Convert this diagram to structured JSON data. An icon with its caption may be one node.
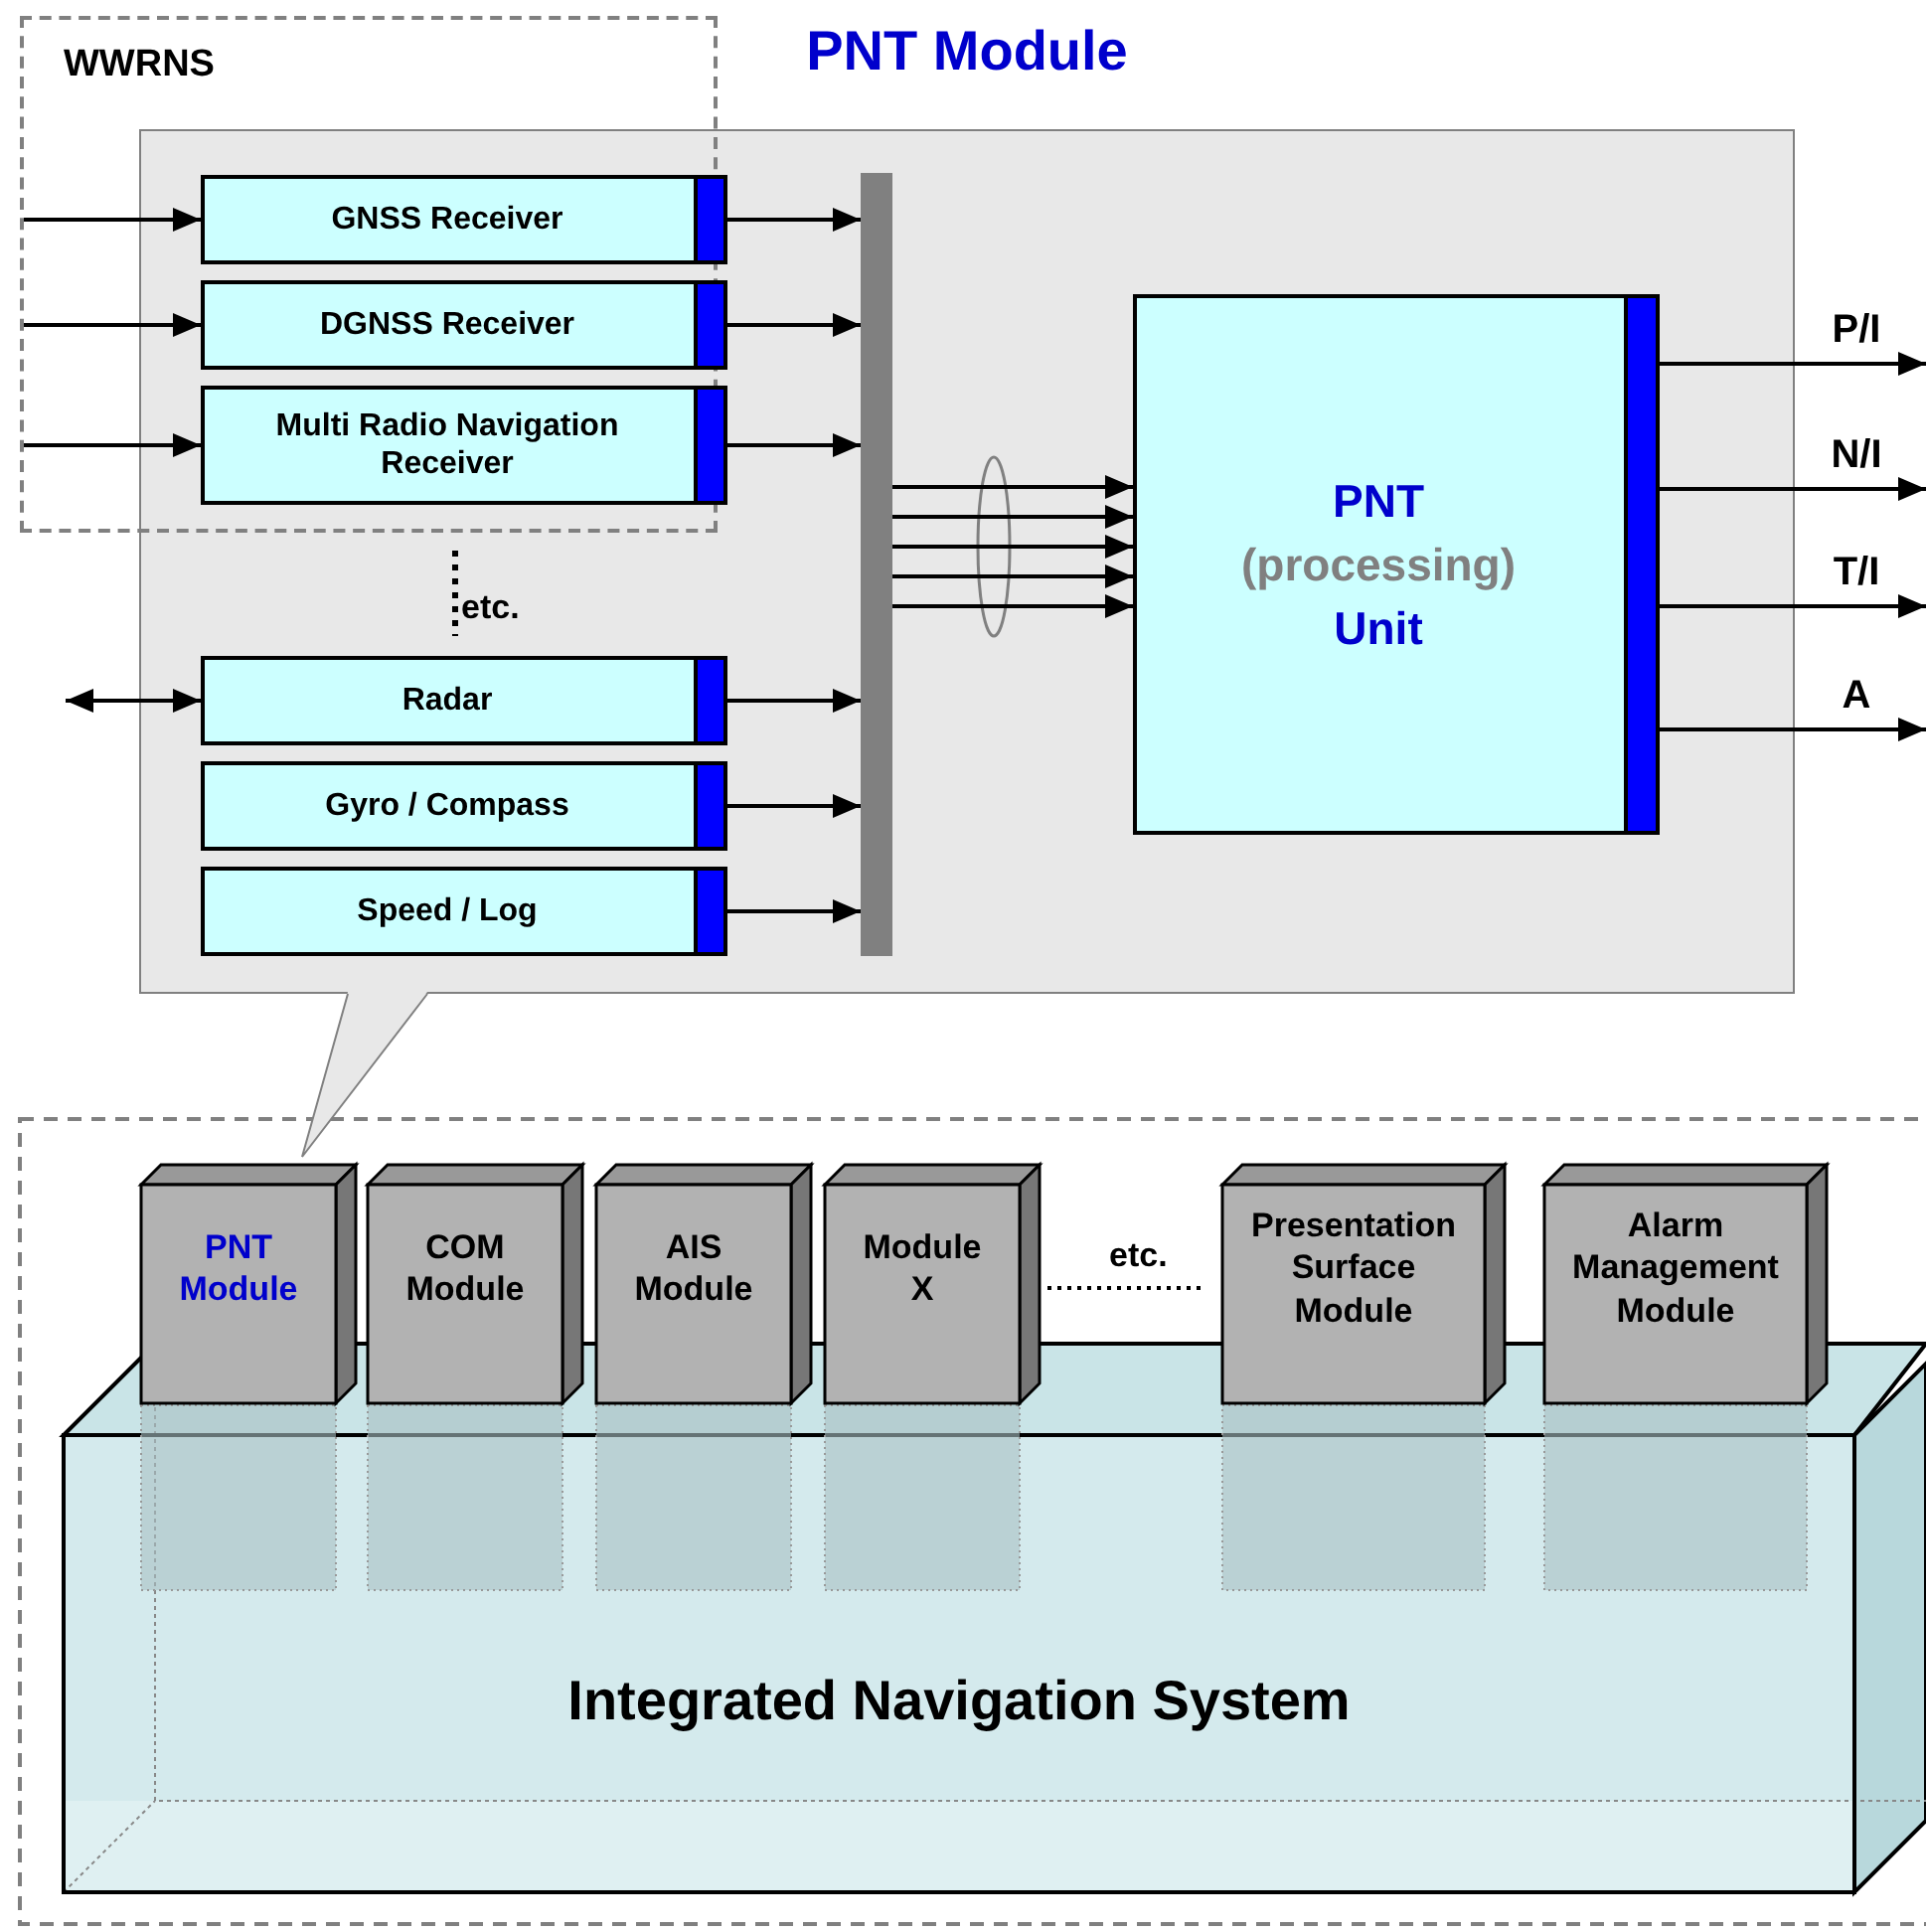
{
  "diagram": {
    "nodes": [
      {
        "text": [
          "PNT Module"
        ]
      },
      {
        "text": [
          "WWRNS"
        ]
      },
      {
        "text": [
          "GNSS Receiver"
        ]
      },
      {
        "text": [
          "DGNSS Receiver"
        ]
      },
      {
        "text": [
          "Multi Radio Navigation Receiver"
        ]
      },
      {
        "text": [
          "Radar"
        ],
        "in": 0
      },
      {
        "text": [
          "Gyro / Compass"
        ],
        "in": 0
      },
      {
        "text": [
          "Speed / Log"
        ],
        "in": 0
      },
      {
        "text": [],
        "shape": "bar",
        "in": 0
      },
      {
        "text": [
          "PNT",
          "(processing)",
          "Unit"
        ],
        "in": 0
      },
      {
        "text": [
          "Integrated Navigation System"
        ]
      },
      {
        "text": [
          "PNT Module"
        ]
      },
      {
        "text": [
          "COM Module"
        ]
      },
      {
        "text": [
          "AIS Module"
        ]
      },
      {
        "text": [
          "Module X"
        ]
      },
      {
        "text": [
          "Presentation Surface Module"
        ]
      },
      {
        "text": [
          "Alarm Management Module"
        ]
      }
    ],
    "edges": [
      {
        "from": 1,
        "to": 2,
        "arrow": "to"
      },
      {
        "from": 1,
        "to": 3,
        "arrow": "to"
      },
      {
        "from": 1,
        "to": 4,
        "arrow": "to"
      },
      {
        "from": null,
        "to": 5,
        "arrow": "both"
      },
      {
        "from": 2,
        "to": 8,
        "arrow": "to"
      },
      {
        "from": 3,
        "to": 8,
        "arrow": "to"
      },
      {
        "from": 4,
        "to": 8,
        "arrow": "to"
      },
      {
        "from": 5,
        "to": 8,
        "arrow": "to"
      },
      {
        "from": 6,
        "to": 8,
        "arrow": "to"
      },
      {
        "from": 7,
        "to": 8,
        "arrow": "to"
      },
      {
        "from": 8,
        "to": 9,
        "arrow": "to"
      },
      {
        "from": 8,
        "to": 9,
        "arrow": "to"
      },
      {
        "from": 8,
        "to": 9,
        "arrow": "to"
      },
      {
        "from": 8,
        "to": 9,
        "arrow": "to"
      },
      {
        "from": 8,
        "to": 9,
        "arrow": "to"
      },
      {
        "from": 9,
        "to": null,
        "arrow": "to",
        "label": "P/I"
      },
      {
        "from": 9,
        "to": null,
        "arrow": "to",
        "label": "N/I"
      },
      {
        "from": 9,
        "to": null,
        "arrow": "to",
        "label": "T/I"
      },
      {
        "from": 9,
        "to": null,
        "arrow": "to",
        "label": "A"
      }
    ],
    "labels": [
      "etc.",
      "etc."
    ]
  }
}
